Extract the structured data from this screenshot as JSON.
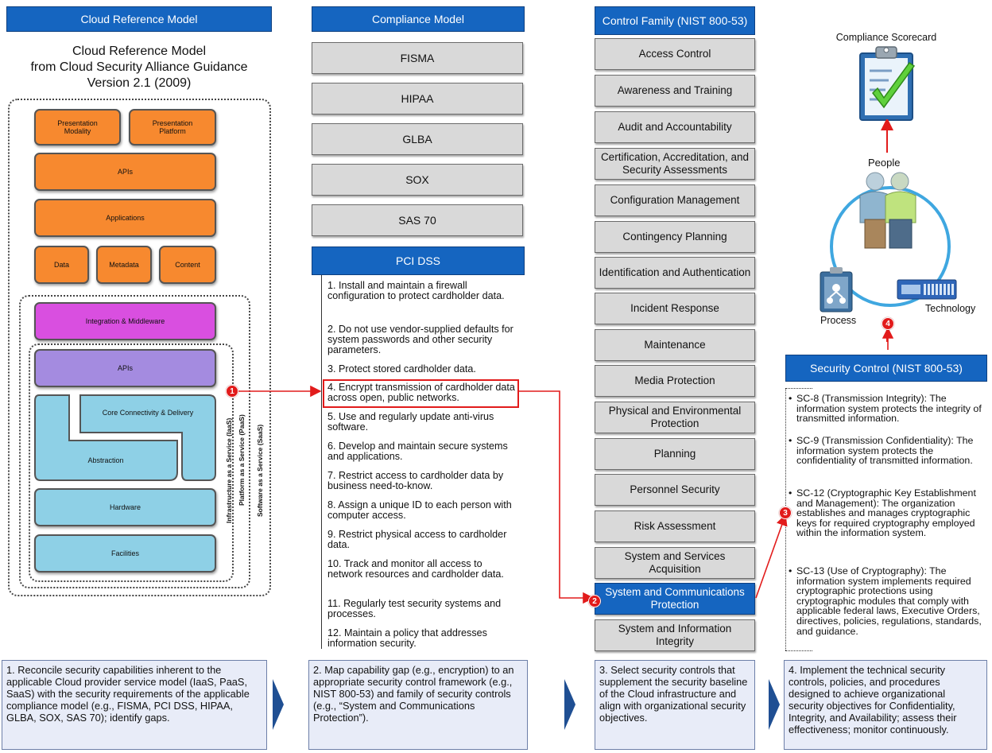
{
  "headers": {
    "cloud_ref": "Cloud Reference Model",
    "compliance": "Compliance Model",
    "control_family": "Control Family (NIST 800-53)",
    "security_control": "Security Control (NIST 800-53)"
  },
  "cloud_model": {
    "title_line1": "Cloud Reference Model",
    "title_line2": "from Cloud Security Alliance Guidance",
    "title_line3": "Version 2.1 (2009)",
    "layers": {
      "presentation_modality": "Presentation Modality",
      "presentation_platform": "Presentation Platform",
      "apis_top": "APIs",
      "applications": "Applications",
      "data": "Data",
      "metadata": "Metadata",
      "content": "Content",
      "integration": "Integration & Middleware",
      "apis_mid": "APIs",
      "core_connectivity": "Core Connectivity & Delivery",
      "abstraction": "Abstraction",
      "hardware": "Hardware",
      "facilities": "Facilities"
    },
    "iaas": "Infrastructure as a Service (IaaS)",
    "paas": "Platform as a Service (PaaS)",
    "saas": "Software as a Service (SaaS)"
  },
  "compliance_models": [
    "FISMA",
    "HIPAA",
    "GLBA",
    "SOX",
    "SAS 70"
  ],
  "pci": {
    "title": "PCI DSS",
    "items": [
      "1. Install and maintain a firewall configuration to protect cardholder data.",
      "2. Do not use vendor-supplied defaults for system passwords and other security parameters.",
      "3. Protect stored cardholder data.",
      "4. Encrypt transmission of cardholder data across open, public networks.",
      "5. Use and regularly update anti-virus software.",
      "6. Develop and maintain secure systems and applications.",
      "7. Restrict access to cardholder data by business need-to-know.",
      "8. Assign a unique ID to each person with computer access.",
      "9. Restrict physical access to cardholder data.",
      "10. Track and monitor all access to network resources and cardholder data.",
      "11. Regularly test security systems and processes.",
      "12. Maintain a policy that addresses information security."
    ]
  },
  "control_families": [
    "Access Control",
    "Awareness and Training",
    "Audit and Accountability",
    "Certification, Accreditation, and Security Assessments",
    "Configuration Management",
    "Contingency Planning",
    "Identification and Authentication",
    "Incident Response",
    "Maintenance",
    "Media Protection",
    "Physical and Environmental Protection",
    "Planning",
    "Personnel Security",
    "Risk Assessment",
    "System and Services Acquisition",
    "System and Communications Protection",
    "System and Information Integrity"
  ],
  "selected_family": "System and Communications Protection",
  "security_controls": [
    "SC-8 (Transmission Integrity): The information system protects the integrity of transmitted information.",
    "SC-9 (Transmission Confidentiality): The information system protects the confidentiality of transmitted information.",
    "SC-12 (Cryptographic Key Establishment and Management): The organization establishes and manages cryptographic keys for required cryptography employed within the information system.",
    "SC-13 (Use of Cryptography): The information system implements required cryptographic protections using cryptographic modules that comply with applicable federal laws, Executive Orders, directives, policies, regulations, standards, and guidance."
  ],
  "scorecard": {
    "title": "Compliance Scorecard",
    "people": "People",
    "process": "Process",
    "technology": "Technology"
  },
  "badges": [
    "1",
    "2",
    "3",
    "4"
  ],
  "steps": [
    "1. Reconcile security capabilities inherent to the applicable Cloud provider service model (IaaS, PaaS, SaaS) with the security requirements of the applicable compliance model (e.g., FISMA, PCI DSS, HIPAA, GLBA, SOX, SAS 70); identify gaps.",
    "2. Map capability gap (e.g., encryption) to an appropriate security control framework (e.g., NIST 800-53) and family of security controls (e.g., “System and Communications Protection”).",
    "3. Select security controls that supplement the security baseline of the Cloud infrastructure and align with organizational security objectives.",
    "4. Implement the technical security controls, policies, and procedures designed to achieve organizational security objectives for Confidentiality, Integrity, and Availability; assess their effectiveness; monitor continuously."
  ],
  "colors": {
    "header_blue": "#1565c0",
    "box_grey": "#d9d9d9",
    "arrow_red": "#e21b1b",
    "stack_orange": "#f7892f",
    "stack_purple": "#d94fe0",
    "stack_lavender": "#a48be0",
    "stack_blue": "#8ed0e6",
    "step_bg": "#e8ecf8"
  },
  "icons": [
    "clipboard-checkmark-icon",
    "people-icon",
    "process-flow-icon",
    "server-icon"
  ]
}
